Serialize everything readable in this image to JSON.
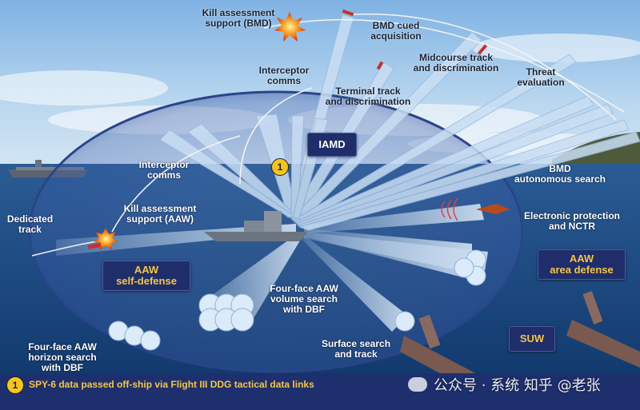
{
  "labels": {
    "kill_bmd": "Kill assessment\nsupport (BMD)",
    "bmd_cued": "BMD cued\nacquisition",
    "interceptor_comms_top": "Interceptor\ncomms",
    "midcourse": "Midcourse track\nand discrimination",
    "threat_eval": "Threat\nevaluation",
    "terminal": "Terminal track\nand discrimination",
    "interceptor_comms_mid": "Interceptor\ncomms",
    "kill_aaw": "Kill assessment\nsupport (AAW)",
    "dedicated_track": "Dedicated\ntrack",
    "bmd_auto": "BMD\nautonomous search",
    "ep_nctr": "Electronic protection\nand NCTR",
    "volume_search": "Four-face AAW\nvolume search\nwith DBF",
    "horizon_search": "Four-face AAW\nhorizon search\nwith DBF",
    "surface_search": "Surface search\nand track"
  },
  "boxes": {
    "iamd": "IAMD",
    "aaw_self": "AAW\nself-defense",
    "aaw_area": "AAW\narea defense",
    "suw": "SUW"
  },
  "marker_number": "1",
  "footnote": {
    "marker": "1",
    "text": "SPY-6 data passed off-ship via Flight III DDG tactical data links"
  },
  "watermark": "公众号 · 系统 知乎 @老张",
  "colors": {
    "box_bg": "#1f2d6b",
    "box_text": "#f6c543",
    "marker": "#f5c518",
    "sky": "#9cc3e6",
    "sea": "#1d4f8f"
  }
}
